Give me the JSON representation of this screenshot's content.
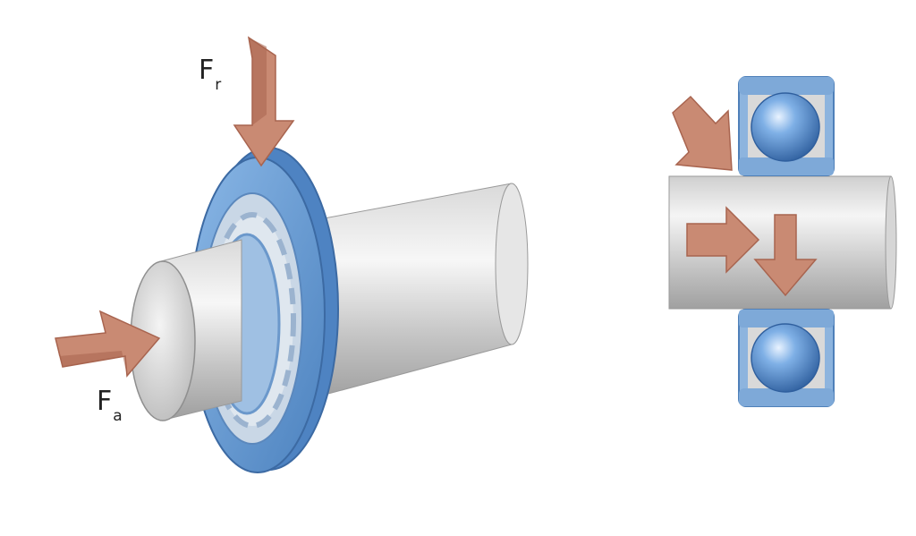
{
  "labels": {
    "radial_force": {
      "main": "F",
      "sub": "r"
    },
    "axial_force": {
      "main": "F",
      "sub": "a"
    }
  },
  "colors": {
    "arrow_fill": "#c98a73",
    "arrow_stroke": "#a8644f",
    "bearing_blue": "#6f9fd3",
    "bearing_blue_dark": "#4a7fb8",
    "shaft_light": "#f2f2f2",
    "shaft_dark": "#a9a9a9",
    "ball_blue": "#5b8fcf"
  },
  "icons": {
    "radial_arrow": "down-arrow",
    "axial_arrow": "right-arrow",
    "combined_arrow": "diagonal-arrow"
  }
}
